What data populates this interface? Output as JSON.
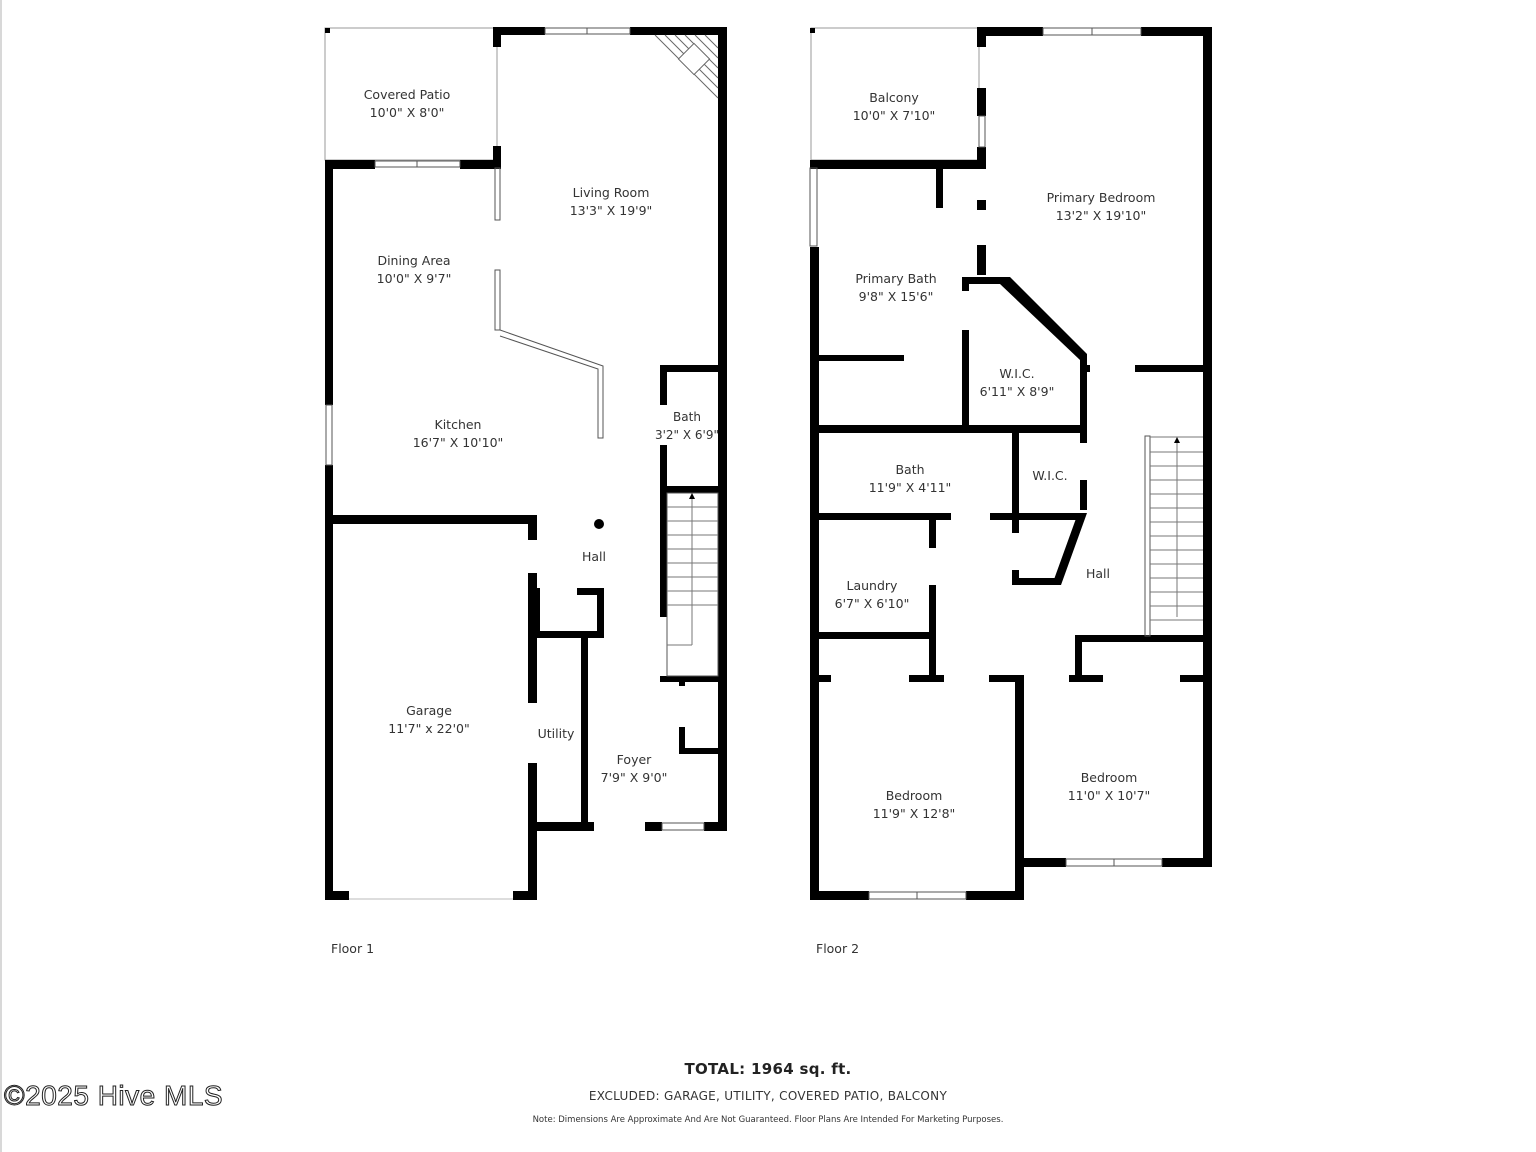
{
  "floors": [
    {
      "label": "Floor 1",
      "rooms": [
        {
          "name": "Covered Patio",
          "dims": "10'0\" X 8'0\""
        },
        {
          "name": "Living Room",
          "dims": "13'3\" X 19'9\""
        },
        {
          "name": "Dining Area",
          "dims": "10'0\" X 9'7\""
        },
        {
          "name": "Kitchen",
          "dims": "16'7\" X 10'10\""
        },
        {
          "name": "Bath",
          "dims": "3'2\" X 6'9\""
        },
        {
          "name": "Hall",
          "dims": ""
        },
        {
          "name": "Garage",
          "dims": "11'7\" x 22'0\""
        },
        {
          "name": "Utility",
          "dims": ""
        },
        {
          "name": "Foyer",
          "dims": "7'9\" X 9'0\""
        }
      ]
    },
    {
      "label": "Floor 2",
      "rooms": [
        {
          "name": "Balcony",
          "dims": "10'0\" X 7'10\""
        },
        {
          "name": "Primary Bedroom",
          "dims": "13'2\" X 19'10\""
        },
        {
          "name": "Primary Bath",
          "dims": "9'8\" X 15'6\""
        },
        {
          "name": "W.I.C.",
          "dims": "6'11\" X 8'9\""
        },
        {
          "name": "Bath",
          "dims": "11'9\" X 4'11\""
        },
        {
          "name": "W.I.C.",
          "dims": ""
        },
        {
          "name": "Laundry",
          "dims": "6'7\" X 6'10\""
        },
        {
          "name": "Hall",
          "dims": ""
        },
        {
          "name": "Bedroom",
          "dims": "11'9\" X 12'8\""
        },
        {
          "name": "Bedroom",
          "dims": "11'0\" X 10'7\""
        }
      ]
    }
  ],
  "summary": {
    "total": "TOTAL: 1964 sq. ft.",
    "excluded": "EXCLUDED: GARAGE, UTILITY, COVERED PATIO, BALCONY",
    "note": "Note: Dimensions Are Approximate And Are Not Guaranteed. Floor Plans Are Intended For Marketing Purposes."
  },
  "watermark": "©2025 Hive MLS",
  "colors": {
    "wall": "#000000",
    "background": "#ffffff",
    "text": "#333333"
  }
}
